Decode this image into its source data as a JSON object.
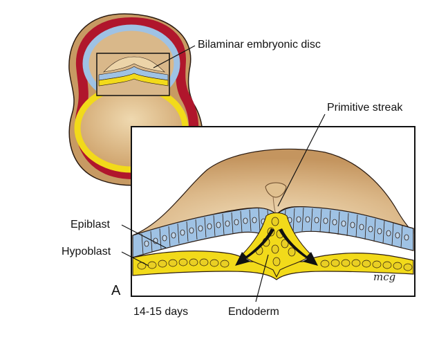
{
  "labels": {
    "bilaminar": "Bilaminar embryonic disc",
    "primitive_streak": "Primitive streak",
    "epiblast": "Epiblast",
    "hypoblast": "Hypoblast",
    "panel": "A",
    "age": "14-15 days",
    "endoderm": "Endoderm",
    "signature": "mcg"
  },
  "colors": {
    "tissue": "#c79a63",
    "tissue_light": "#ecd4a8",
    "amnion": "#9fc2e4",
    "yolk": "#f2da1a",
    "chorion": "#b0162c",
    "outline": "#2a1a10",
    "cell": "#8fb6dc",
    "hypo_cell": "#e9cf24"
  }
}
